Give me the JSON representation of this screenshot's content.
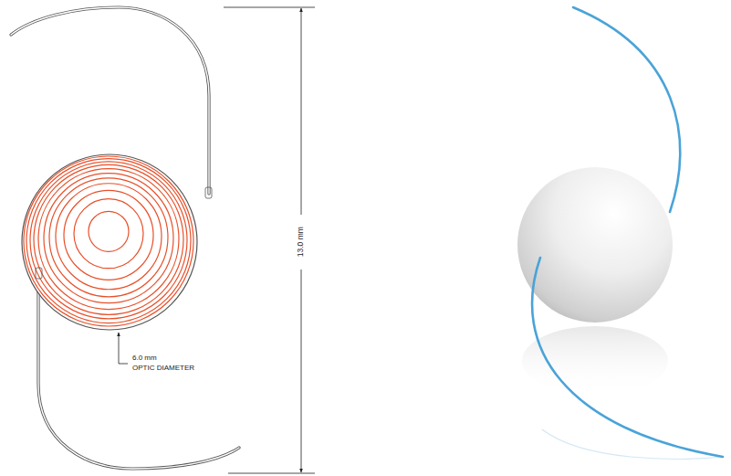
{
  "diagram": {
    "labels": [
      "13.0 mm",
      "6.0 mm",
      "OPTIC DIAMETER"
    ]
  }
}
